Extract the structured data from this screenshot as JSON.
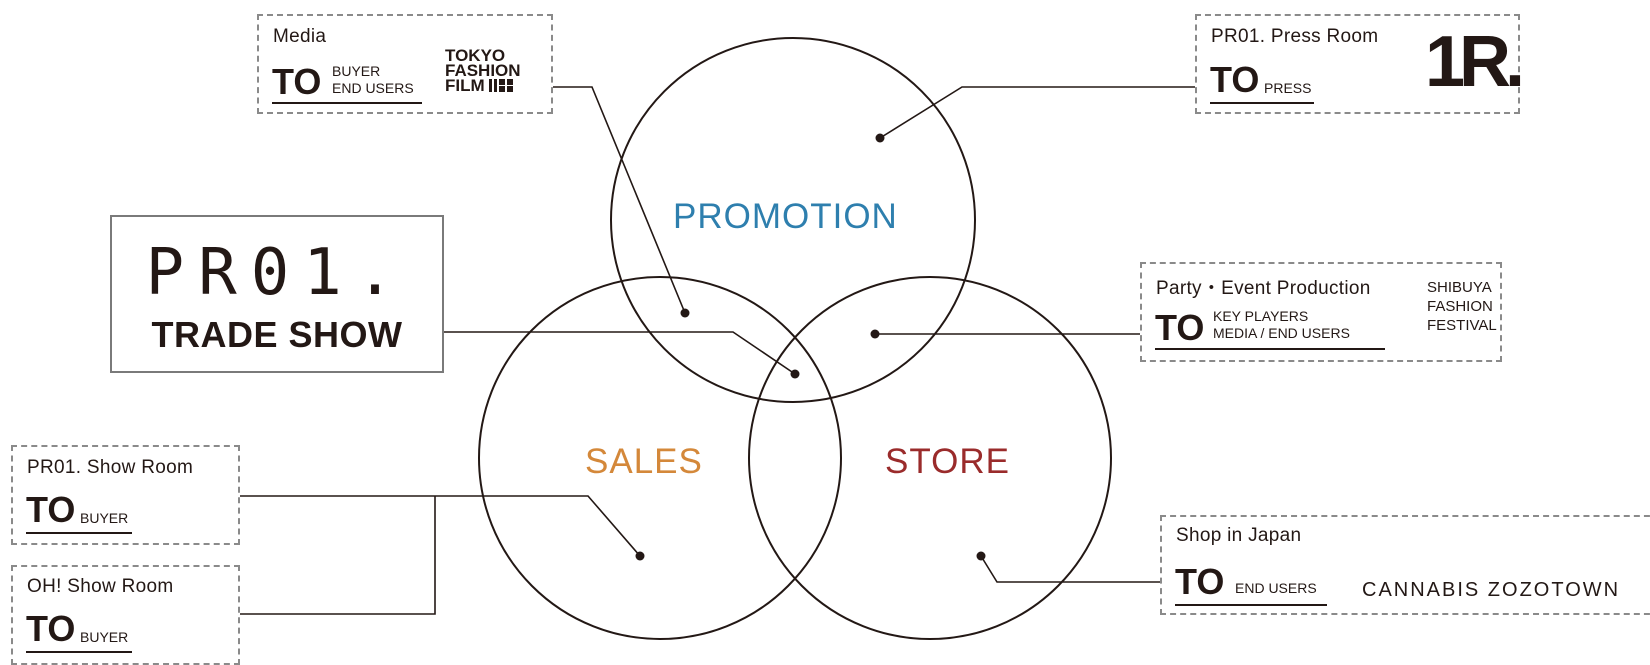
{
  "diagram": {
    "circles": {
      "promotion": {
        "label": "PROMOTION",
        "color": "#2e7fae"
      },
      "sales": {
        "label": "SALES",
        "color": "#d4883a"
      },
      "store": {
        "label": "STORE",
        "color": "#9a2b2b"
      }
    },
    "center": {
      "logo": "PR01.",
      "subtitle": "TRADE SHOW"
    },
    "boxes": {
      "media": {
        "title": "Media",
        "to": "TO",
        "audience": [
          "BUYER",
          "END USERS"
        ],
        "logo_lines": [
          "TOKYO",
          "FASHION",
          "FILM"
        ]
      },
      "press_room": {
        "title": "PR01. Press Room",
        "to": "TO",
        "audience": [
          "PRESS"
        ],
        "logo": "1R."
      },
      "party": {
        "title": "Party・Event Production",
        "to": "TO",
        "audience": [
          "KEY PLAYERS",
          "MEDIA / END USERS"
        ],
        "logo_lines": [
          "SHIBUYA",
          "FASHION",
          "FESTIVAL"
        ]
      },
      "pr01_show_room": {
        "title": "PR01. Show Room",
        "to": "TO",
        "audience": [
          "BUYER"
        ]
      },
      "oh_show_room": {
        "title": "OH! Show Room",
        "to": "TO",
        "audience": [
          "BUYER"
        ]
      },
      "shop_japan": {
        "title": "Shop in Japan",
        "to": "TO",
        "audience": [
          "END USERS"
        ],
        "logo": "CANNABIS ZOZOTOWN"
      }
    }
  }
}
